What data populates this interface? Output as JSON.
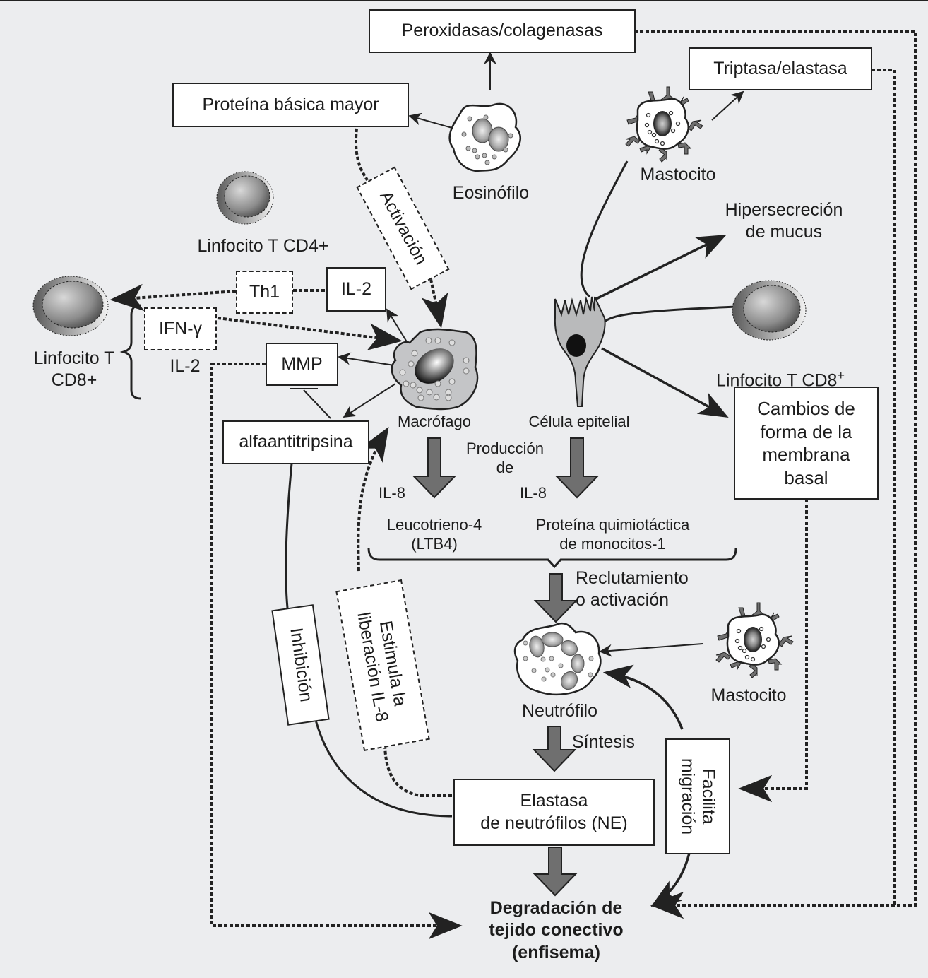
{
  "title": "Mecanismos celulares en la degradación de tejido conectivo (enfisema)",
  "boxes": {
    "peroxidasas": "Peroxidasas/colagenasas",
    "triptasa": "Triptasa/elastasa",
    "proteina_basica": "Proteína básica mayor",
    "activacion": "Activación",
    "th1": "Th1",
    "il2_top": "IL-2",
    "ifn": "IFN-γ",
    "mmp": "MMP",
    "alfaantitripsina": "alfaantitripsina",
    "cambios": "Cambios de\nforma de la\nmembrana\nbasal",
    "inhibicion": "Inhibición",
    "estimula": "Estimula la\nliberación IL-8",
    "elastasa": "Elastasa\nde neutrófilos (NE)",
    "facilita": "Facilita\nmigración"
  },
  "cells": {
    "eosinofilo": "Eosinófilo",
    "mastocito_top": "Mastocito",
    "linfocito_cd4": "Linfocito T CD4+",
    "linfocito_cd8_left": "Linfocito T\nCD8+",
    "linfocito_cd8_right": "Linfocito T CD8",
    "linfocito_cd8_right_sup": "+",
    "macrofago": "Macrófago",
    "celula_epitelial": "Célula epitelial",
    "neutrofilo": "Neutrófilo",
    "mastocito_bottom": "Mastocito"
  },
  "labels": {
    "il2_left": "IL-2",
    "hipersecrecion": "Hipersecreción\nde mucus",
    "produccion": "Producción\nde",
    "il8_left": "IL-8",
    "il8_right": "IL-8",
    "leucotrieno": "Leucotrieno-4\n(LTB4)",
    "proteina_quimio": "Proteína quimiotáctica\nde monocitos-1",
    "reclutamiento": "Reclutamiento\no activación",
    "sintesis": "Síntesis",
    "degradacion": "Degradación de\ntejido conectivo\n(enfisema)"
  },
  "colors": {
    "background": "#ecedef",
    "ink": "#222222",
    "arrow_fill": "#6f6f6f",
    "cell_fill": "#c4c5c7",
    "epithelial_fill": "#b9babb"
  }
}
